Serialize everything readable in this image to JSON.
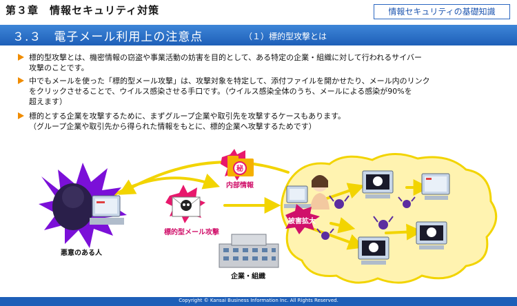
{
  "header": {
    "chapter": "第３章　情報セキュリティ対策",
    "badge": "情報セキュリティの基礎知識"
  },
  "title_bar": {
    "title": "３.３　電子メール利用上の注意点",
    "subtitle": "（１）標的型攻撃とは"
  },
  "bullets": [
    {
      "lines": [
        "標的型攻撃とは、機密情報の窃盗や事業活動の妨害を目的として、ある特定の企業・組織に対して行われるサイバー",
        "攻撃のことです。"
      ]
    },
    {
      "lines": [
        "中でもメールを使った「標的型メール攻撃」は、攻撃対象を特定して、添付ファイルを開かせたり、メール内のリンク",
        "をクリックさせることで、ウイルス感染させる手口です。（ウイルス感染全体のうち、メールによる感染が90%を",
        "超えます）"
      ]
    },
    {
      "lines": [
        "標的とする企業を攻撃するために、まずグループ企業や取引先を攻撃するケースもあります。",
        "（グループ企業や取引先から得られた情報をもとに、標的企業へ攻撃するためです）"
      ]
    }
  ],
  "diagram": {
    "secret_stamp": "秘",
    "internal_info": "内部情報",
    "targeted_mail": "標的型メール攻撃",
    "attacker": "悪意のある人",
    "organization": "企業・組織",
    "spread": "被害拡大"
  },
  "footer": {
    "copyright": "Copyright ©  Kansai Business Information Inc.  All Rights Reserved."
  },
  "colors": {
    "brand_blue": "#1e5fb8",
    "bullet_orange": "#f08c00",
    "label_magenta": "#d0106a",
    "cloud_yellow": "#fff3b0",
    "arrow_yellow": "#f2d400",
    "burst_purple": "#7b10d8"
  },
  "icons": [
    "bullet-triangle-icon",
    "secret-folder-icon",
    "skull-mail-icon",
    "attacker-icon",
    "building-icon",
    "infected-pc-icon",
    "victim-employee-icon",
    "virus-bug-icon"
  ]
}
